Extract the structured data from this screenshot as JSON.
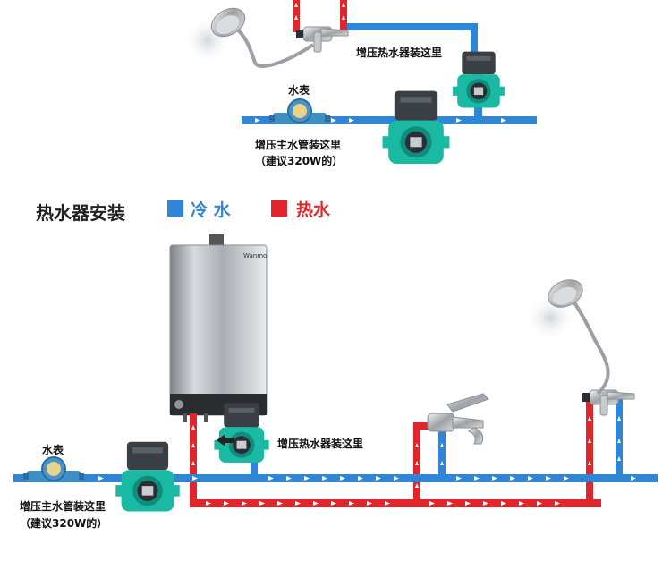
{
  "labels": {
    "top_booster_pump": "增压热水器装这里",
    "top_meter": "水表",
    "top_main_pump": "增压主水管装这里",
    "top_main_pump_note": "（建议320W的）",
    "section_title": "热水器安装",
    "legend_cold": "冷 水",
    "legend_hot": "热水",
    "bottom_meter": "水表",
    "bottom_booster_pump": "增压热水器装这里",
    "bottom_main_pump": "增压主水管装这里",
    "bottom_main_pump_note": "（建议320W的）",
    "heater_brand": "Wanmo"
  },
  "colors": {
    "cold_pipe": "#2f86d6",
    "hot_pipe": "#e0262b",
    "pump_body": "#19b9a4",
    "pump_head": "#3a3f44",
    "heater_body": "#b8bcc2",
    "meter_body": "#3f8fc4"
  },
  "icons": [
    "shower-head-icon",
    "faucet-icon",
    "water-meter-icon",
    "pump-icon",
    "water-heater-icon",
    "mixer-valve-icon"
  ]
}
